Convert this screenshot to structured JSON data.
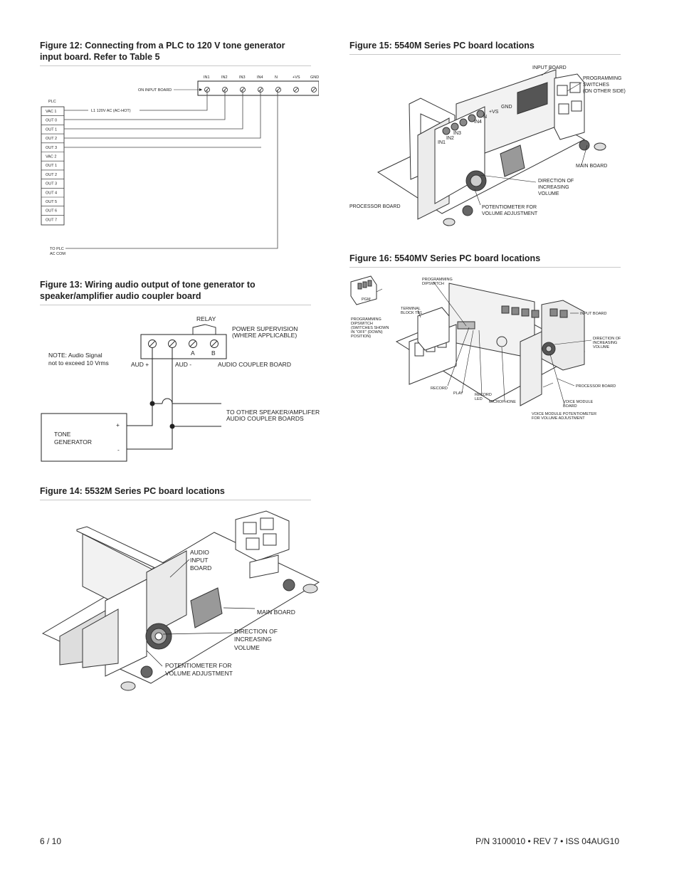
{
  "fig12": {
    "caption_line1": "Figure 12:  Connecting from a PLC to 120 V tone generator",
    "caption_line2": "input board.  Refer to Table 5",
    "terminals": [
      "IN1",
      "IN2",
      "IN3",
      "IN4",
      "N",
      "+VS",
      "GND"
    ],
    "on_input_board": "ON INPUT BOARD",
    "plc": "PLC",
    "plc_rows": [
      "VAC 1",
      "OUT 0",
      "OUT 1",
      "OUT 2",
      "OUT 3",
      "VAC 2",
      "OUT 1",
      "OUT 2",
      "OUT 3",
      "OUT 4",
      "OUT 5",
      "OUT 6",
      "OUT 7"
    ],
    "l1_label": "L1  120V AC  (AC-HOT)",
    "to_plc_1": "TO PLC",
    "to_plc_2": "AC COM"
  },
  "fig13": {
    "caption_line1": "Figure 13:  Wiring audio output of tone generator to",
    "caption_line2": "speaker/amplifier audio coupler board",
    "relay": "RELAY",
    "power_sup_1": "POWER SUPERVISION",
    "power_sup_2": "(WHERE APPLICABLE)",
    "term_a": "A",
    "term_b": "B",
    "note_1": "NOTE:  Audio Signal",
    "note_2": "not to exceed 10 Vrms",
    "aud_plus": "AUD +",
    "aud_minus": "AUD -",
    "audio_coupler": "AUDIO COUPLER BOARD",
    "other_1": "TO OTHER SPEAKER/AMPLIFER",
    "other_2": "AUDIO COUPLER BOARDS",
    "plus": "+",
    "minus": "-",
    "tone_1": "TONE",
    "tone_2": "GENERATOR"
  },
  "fig14": {
    "caption": "Figure 14:  5532M Series PC board locations",
    "audio_1": "AUDIO",
    "audio_2": "INPUT",
    "audio_3": "BOARD",
    "main_board": "MAIN BOARD",
    "dir_1": "DIRECTION OF",
    "dir_2": "INCREASING",
    "dir_3": "VOLUME",
    "pot_1": "POTENTIOMETER FOR",
    "pot_2": "VOLUME ADJUSTMENT"
  },
  "fig15": {
    "caption": "Figure 15:  5540M Series PC board locations",
    "input_board": "INPUT BOARD",
    "prog_1": "PROGRAMMING",
    "prog_2": "SWITCHES",
    "prog_3": "(ON OTHER SIDE)",
    "gnd": "GND",
    "vs": "+VS",
    "n": "N",
    "in4": "IN4",
    "in3": "IN3",
    "in2": "IN2",
    "in1": "IN1",
    "main_board": "MAIN BOARD",
    "dir_1": "DIRECTION OF",
    "dir_2": "INCREASING",
    "dir_3": "VOLUME",
    "processor": "PROCESSOR BOARD",
    "pot_1": "POTENTIOMETER FOR",
    "pot_2": "VOLUME ADJUSTMENT"
  },
  "fig16": {
    "caption": "Figure 16:   5540MV Series PC board locations",
    "prog_dip_1": "PROGRAMMING",
    "prog_dip_2": "DIPSWITCH",
    "pgm": "PGM",
    "prog2_1": "PROGRAMMING",
    "prog2_2": "DIPSWITCH",
    "prog2_3": "(SWITCHES SHOWN",
    "prog2_4": "IN \"OFF\" (DOWN)",
    "prog2_5": "POSITION)",
    "tb_1": "TERMINAL",
    "tb_2": "BLOCK TB1",
    "input_board": "INPUT BOARD",
    "dir_1": "DIRECTION OF",
    "dir_2": "INCREASING",
    "dir_3": "VOLUME",
    "processor": "PROCESSOR BOARD",
    "record": "RECORD",
    "play": "PLAY",
    "rec_led_1": "RECORD",
    "rec_led_2": "LED",
    "microphone": "MICROPHONE",
    "vm_1": "VOICE MODULE",
    "vm_2": "BOARD",
    "vmp_1": "VOICE MODULE POTENTIOMETER",
    "vmp_2": "FOR VOLUME ADJUSTMENT"
  },
  "footer": {
    "page": "6 / 10",
    "part": "P/N 3100010 • REV 7 • ISS 04AUG10"
  }
}
